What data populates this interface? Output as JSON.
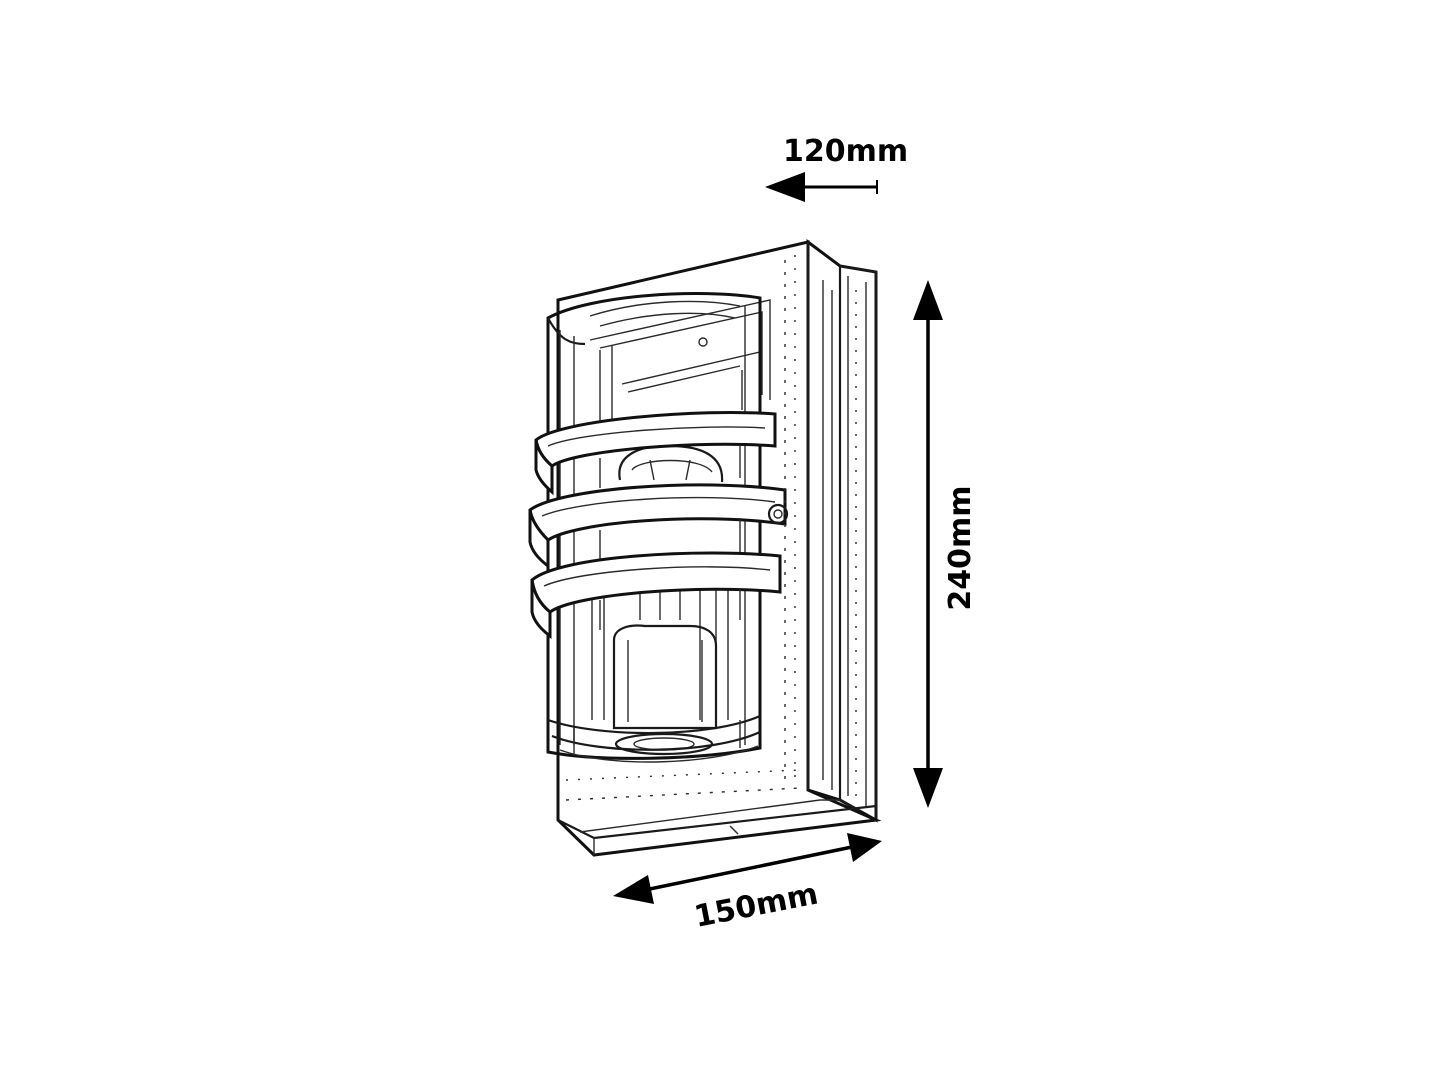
{
  "dimensions": {
    "depth": "120mm",
    "height": "240mm",
    "width": "150mm"
  },
  "illustration": {
    "line_color": "#111111",
    "background": "#ffffff"
  }
}
